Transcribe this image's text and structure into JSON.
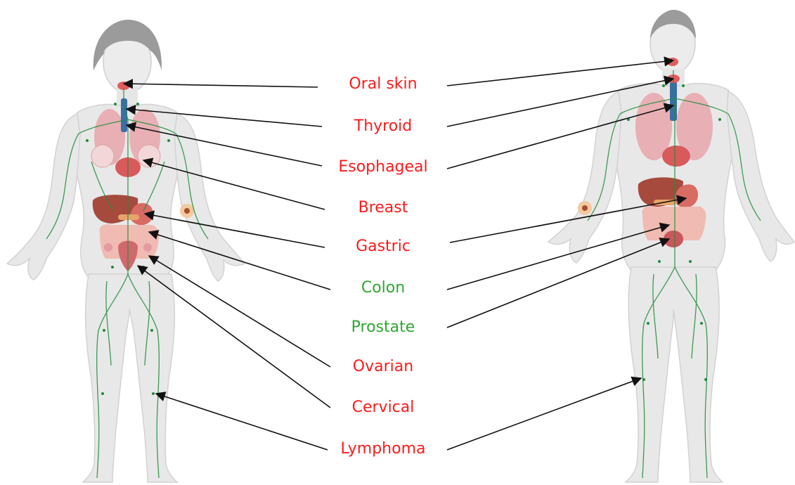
{
  "labels": [
    {
      "key": "oral",
      "text": "Oral skin",
      "color": "#ff1a1a"
    },
    {
      "key": "thyroid",
      "text": "Thyroid",
      "color": "#ff1a1a"
    },
    {
      "key": "esophageal",
      "text": "Esophageal",
      "color": "#ff1a1a"
    },
    {
      "key": "breast",
      "text": "Breast",
      "color": "#ff1a1a"
    },
    {
      "key": "gastric",
      "text": "Gastric",
      "color": "#ff1a1a"
    },
    {
      "key": "colon",
      "text": "Colon",
      "color": "#2ea82e"
    },
    {
      "key": "prostate",
      "text": "Prostate",
      "color": "#2ea82e"
    },
    {
      "key": "ovarian",
      "text": "Ovarian",
      "color": "#ff1a1a"
    },
    {
      "key": "cervical",
      "text": "Cervical",
      "color": "#ff1a1a"
    },
    {
      "key": "lymphoma",
      "text": "Lymphoma",
      "color": "#ff1a1a"
    }
  ],
  "colors": {
    "cancer_red": "#ff1a1a",
    "cancer_green": "#2ea82e",
    "lymph_green": "#1e8c3a",
    "skin": "#e6e6e6",
    "arrow": "#111111"
  },
  "figures": {
    "left": "female-body",
    "right": "male-body"
  }
}
